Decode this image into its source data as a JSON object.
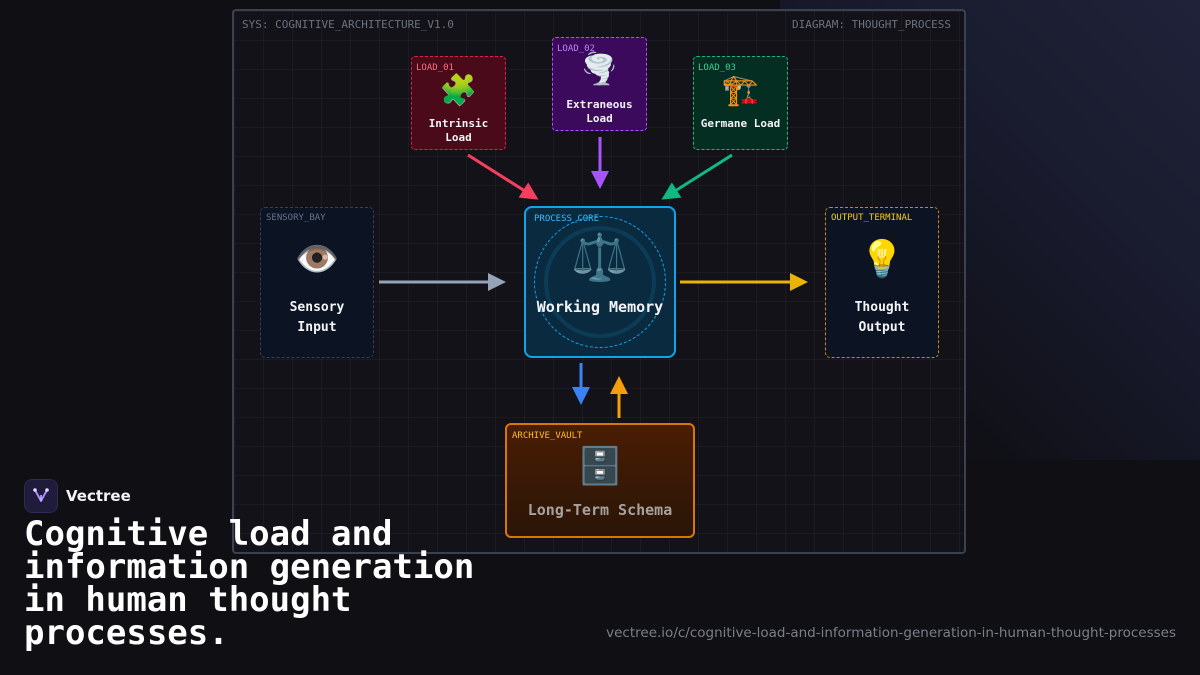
{
  "header": {
    "sys_label": "SYS: COGNITIVE_ARCHITECTURE_V1.0",
    "diagram_label": "DIAGRAM: THOUGHT_PROCESS"
  },
  "loads": [
    {
      "tag": "LOAD_01",
      "emoji": "🧩",
      "title": "Intrinsic Load",
      "color": "#e11d48"
    },
    {
      "tag": "LOAD_02",
      "emoji": "🌪️",
      "title": "Extraneous Load",
      "color": "#a855f7"
    },
    {
      "tag": "LOAD_03",
      "emoji": "🏗️",
      "title": "Germane Load",
      "color": "#10b981"
    }
  ],
  "sensory": {
    "tag": "SENSORY_BAY",
    "emoji": "👁️",
    "title": "Sensory Input"
  },
  "core": {
    "tag": "PROCESS_CORE",
    "emoji": "⚖️",
    "title": "Working Memory",
    "color": "#0ea5e9"
  },
  "output": {
    "tag": "OUTPUT_TERMINAL",
    "emoji": "💡",
    "title": "Thought Output",
    "color": "#eab308"
  },
  "vault": {
    "tag": "ARCHIVE_VAULT",
    "emoji": "🗄️",
    "title": "Long-Term Schema",
    "color": "#d97706"
  },
  "arrow_colors": {
    "intrinsic": "#f43f5e",
    "extraneous": "#a855f7",
    "germane": "#10b981",
    "sensory": "#94a3b8",
    "output": "#eab308",
    "store": "#3b82f6",
    "retrieve": "#f59e0b"
  },
  "brand": {
    "name": "Vectree"
  },
  "headline": "Cognitive load and information generation in human thought processes.",
  "url": "vectree.io/c/cognitive-load-and-information-generation-in-human-thought-processes"
}
